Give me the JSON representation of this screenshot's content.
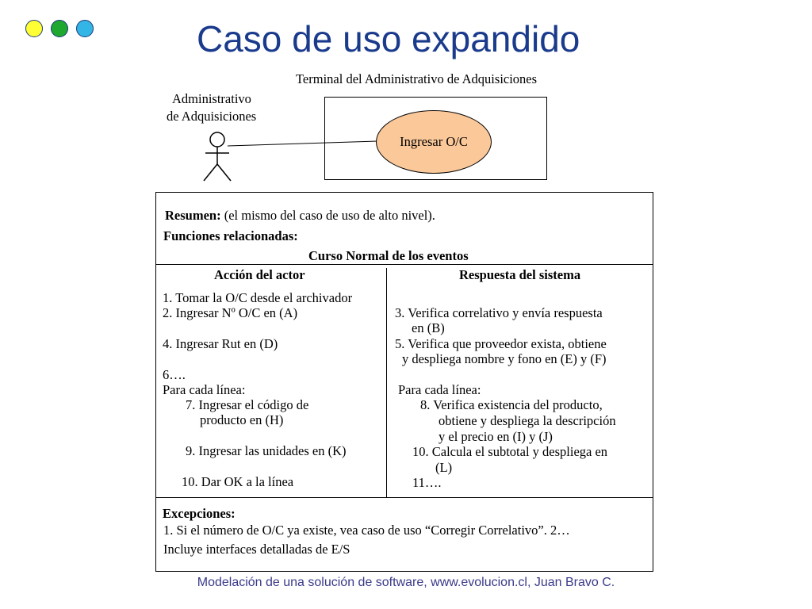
{
  "decor": {
    "dots": [
      {
        "color": "#ffff33"
      },
      {
        "color": "#1fa830"
      },
      {
        "color": "#33b5e5"
      }
    ]
  },
  "slide": {
    "title": "Caso de uso expandido"
  },
  "diagram": {
    "system_label": "Terminal del Administrativo de Adquisiciones",
    "actor_line1": "Administrativo",
    "actor_line2": "de Adquisiciones",
    "use_case": "Ingresar O/C"
  },
  "spec": {
    "summary_label": "Resumen:",
    "summary_text": " (el mismo del caso de uso de alto nivel).",
    "functions_label": "Funciones relacionadas:",
    "normal_course_title": "Curso Normal de los eventos",
    "actor_header": "Acción del actor",
    "system_header": "Respuesta del sistema",
    "actor_rows": [
      "1. Tomar la O/C desde el archivador",
      "2. Ingresar Nº O/C en (A)",
      "4. Ingresar Rut en (D)",
      "6….",
      "Para cada línea:",
      "7. Ingresar el código de",
      "producto en (H)",
      "9. Ingresar las unidades en (K)",
      "10. Dar OK a la línea"
    ],
    "system_rows": [
      "3. Verifica correlativo y envía respuesta",
      "en (B)",
      "5. Verifica que proveedor exista, obtiene",
      "y despliega nombre y fono en (E) y (F)",
      "Para cada línea:",
      "8. Verifica existencia del producto,",
      "obtiene y despliega la descripción",
      "y el precio en  (I) y (J)",
      "10. Calcula el subtotal y despliega en",
      "(L)",
      "11…."
    ],
    "exceptions_label": "Excepciones:",
    "exception_text": "1. Si el número de O/C ya existe, vea caso de uso “Corregir Correlativo”. 2…",
    "interfaces_text": "Incluye interfaces detalladas de E/S"
  },
  "footer": {
    "text": "Modelación de una solución de software, www.evolucion.cl, Juan Bravo C."
  }
}
